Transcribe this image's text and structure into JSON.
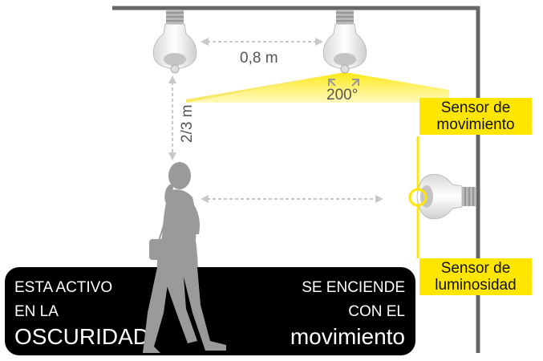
{
  "labels": {
    "distance_lamps": "0,8 m",
    "height": "2/3 m",
    "angle": "200°"
  },
  "sensors": {
    "motion": {
      "line1": "Sensor de",
      "line2": "movimiento"
    },
    "light": {
      "line1": "Sensor de",
      "line2": "luminosidad"
    }
  },
  "banner": {
    "left": {
      "line1": "ESTA ACTIVO",
      "line2": "EN LA",
      "line3": "OSCURIDAD"
    },
    "right": {
      "line1": "SE ENCIENDE",
      "line2": "CON EL",
      "line3": "movimiento"
    }
  },
  "colors": {
    "accent": "#ffe600",
    "wall": "#666666",
    "banner_bg": "#000000",
    "silhouette": "#9a9a9a"
  },
  "icons": [
    "light-bulb-icon",
    "person-silhouette-icon"
  ]
}
